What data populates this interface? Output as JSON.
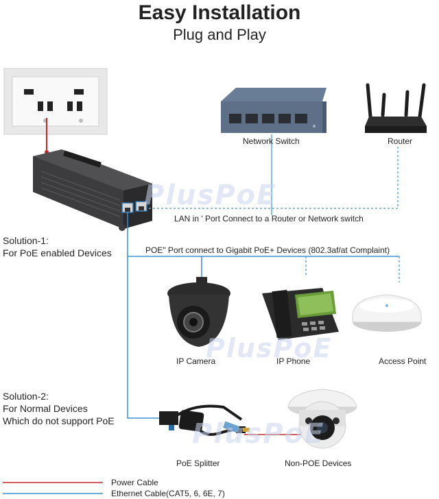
{
  "header": {
    "title": "Easy Installation",
    "subtitle": "Plug and Play"
  },
  "devices": {
    "network_switch": "Network Switch",
    "router": "Router",
    "ip_camera": "IP Camera",
    "ip_phone": "IP Phone",
    "access_point": "Access Point",
    "poe_splitter": "PoE Splitter",
    "non_poe_devices": "Non-POE Devices"
  },
  "connections": {
    "lan_in": "LAN in ' Port Connect to a Router or Network switch",
    "poe_port": "POE\" Port connect to Gigabit PoE+  Devices (802.3af/at Complaint)"
  },
  "solutions": {
    "solution1_title": "Solution-1:",
    "solution1_desc": "For PoE enabled Devices",
    "solution2_title": "Solution-2:",
    "solution2_line1": "For Normal Devices",
    "solution2_line2": "Which do not support PoE"
  },
  "legend": {
    "power_cable": "Power Cable",
    "ethernet_cable": "Ethernet Cable(CAT5, 6, 6E, 7)"
  },
  "watermark": "PlusPoE",
  "colors": {
    "power": "#c0292b",
    "ethernet": "#3a8fd0",
    "dashed": "#5aa7e0"
  }
}
